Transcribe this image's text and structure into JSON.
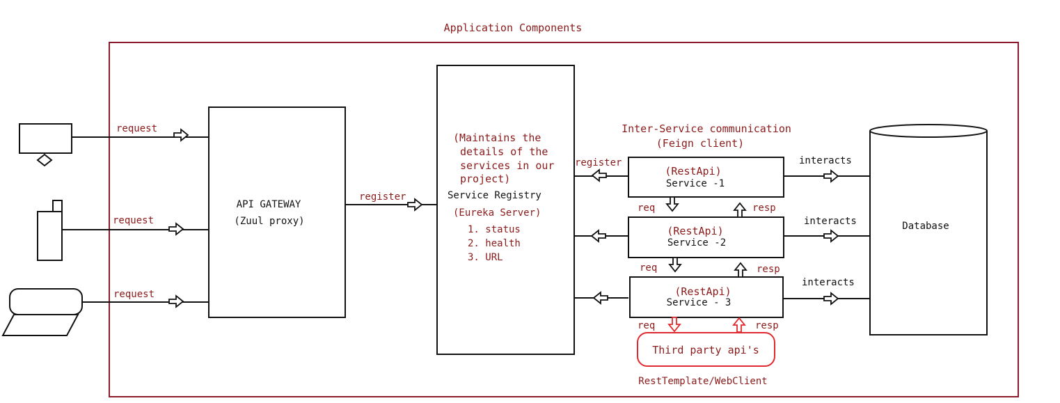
{
  "title": "Application Components",
  "clients": {
    "request_labels": [
      "request",
      "request",
      "request"
    ]
  },
  "gateway": {
    "name": "API GATEWAY",
    "sub": "(Zuul proxy)"
  },
  "gateway_register_label": "register",
  "registry": {
    "note_lines": [
      "(Maintains the",
      "details of the",
      "services in our",
      "project)"
    ],
    "name": "Service Registry",
    "sub": "(Eureka Server)",
    "items": [
      "1. status",
      "2. health",
      "3. URL"
    ]
  },
  "service_register_label": "register",
  "inter_service": {
    "title": "Inter-Service communication",
    "sub": "(Feign client)"
  },
  "services": [
    {
      "api": "(RestApi)",
      "name": "Service -1"
    },
    {
      "api": "(RestApi)",
      "name": "Service -2"
    },
    {
      "api": "(RestApi)",
      "name": "Service - 3"
    }
  ],
  "req_label": "req",
  "resp_label": "resp",
  "interacts_labels": [
    "interacts",
    "interacts",
    "interacts"
  ],
  "database": "Database",
  "third_party": {
    "label": "Third party api's",
    "client": "RestTemplate/WebClient"
  },
  "colors": {
    "frame": "#8b1a2b",
    "text_accent": "#8b1a1a",
    "third_party": "#e0282e",
    "stroke": "#111111"
  }
}
